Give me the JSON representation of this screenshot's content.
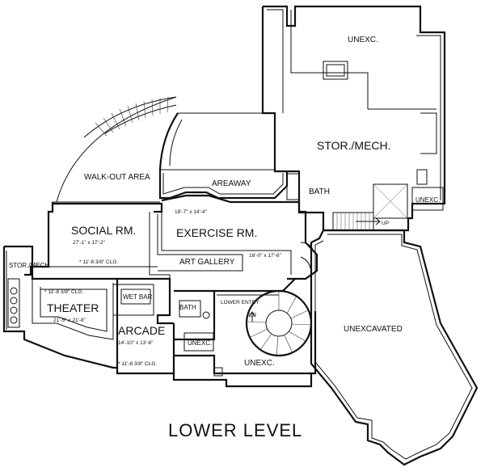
{
  "title": "LOWER LEVEL",
  "rooms": {
    "unexc_top": "UNEXC.",
    "stor_mech_main": "STOR./MECH.",
    "walkout_area": "WALK-OUT AREA",
    "areaway": "AREAWAY",
    "bath_top": "BATH",
    "unexc_small_right": "UNEXC.",
    "social_rm": "SOCIAL RM.",
    "social_dim": "27'-1\"  x  17'-2\"",
    "social_clg": "* 11'-8  3/8\" CLG.",
    "exercise_rm": "EXERCISE RM.",
    "exercise_dim_top": "18'-7\"  x  14'-4\"",
    "exercise_dim_bottom": "16'-0\"  x  17'-6\"",
    "art_gallery": "ART GALLERY",
    "stor_mech_left": "STOR./MECH.",
    "theater_clg": "* 11'-8  3/8\" CLG.",
    "theater": "THEATER",
    "theater_dim": "21'-5\"  x  21'-8\"",
    "wet_bar": "WET BAR",
    "bath_mid": "BATH",
    "lower_entry": "LOWER ENTRY",
    "arcade": "ARCADE",
    "arcade_dim": "14'-10\"  x  13'-6\"",
    "arcade_clg": "* 11'-8  3/8\" CLG.",
    "unexc_mid": "UNEXC.",
    "unexc_bottom": "UNEXC.",
    "unexcavated": "UNEXCAVATED",
    "up_stair_right": "UP",
    "up_stair_spiral": "UP"
  }
}
